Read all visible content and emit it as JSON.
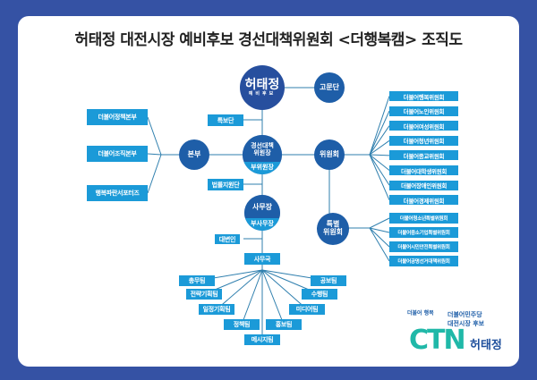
{
  "title": "허태정 대전시장 예비후보 경선대책위원회 <더행복캠> 조직도",
  "candidate": {
    "name": "허태정",
    "role": "예비후보"
  },
  "advisors": "고문단",
  "special_aides": "특보단",
  "chair": {
    "top": "경선대책\n위원장",
    "bottom": "부위원장"
  },
  "hq": {
    "label": "본부",
    "items": [
      "더불어정책본부",
      "더불어조직본부",
      "행복파란서포터즈"
    ]
  },
  "committees": {
    "label": "위원회",
    "items": [
      "더불어행복위원회",
      "더불어노인위원회",
      "더불어여성위원회",
      "더불어청년위원회",
      "더불어종교위원회",
      "더불어대학생위원회",
      "더불어장애인위원회",
      "더불어경제위원회"
    ]
  },
  "special_committees": {
    "label": "특별\n위원회",
    "items": [
      "더불어청소년특별위원회",
      "더불어중소기업특별위원회",
      "더불어시민안전특별위원회",
      "더불어공명선거대책위원회"
    ]
  },
  "legal": "법률지원단",
  "office_head": {
    "top": "사무장",
    "bottom": "부사무장"
  },
  "spokesperson": "대변인",
  "secretariat": {
    "label": "사무국",
    "teams": [
      "총무팀",
      "전략기획팀",
      "일정기획팀",
      "정책팀",
      "메시지팀",
      "홍보팀",
      "미디어팀",
      "수행팀",
      "공보팀"
    ]
  },
  "logo": {
    "line1": "더불어 행복",
    "party": "더불어민주당",
    "line2": "대전시장 후보",
    "brand": "CTN",
    "name": "허태정"
  }
}
